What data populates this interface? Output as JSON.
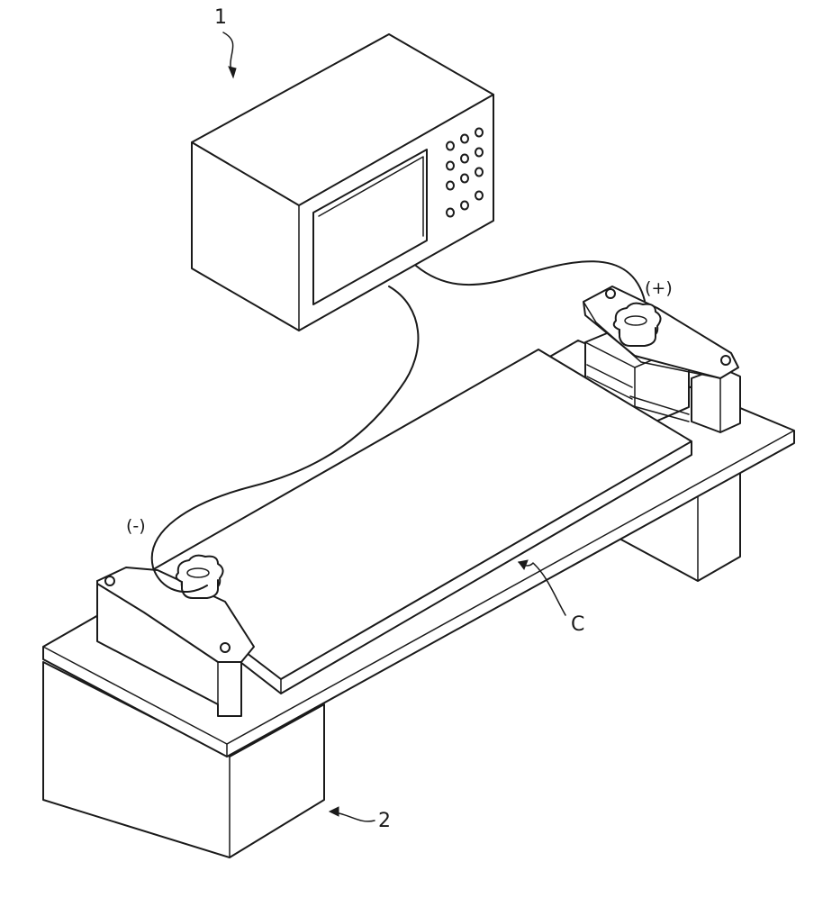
{
  "labels": {
    "controller_ref": "1",
    "base_ref": "2",
    "sample_ref": "C",
    "positive_terminal": "(+)",
    "negative_terminal": "(-)"
  },
  "colors": {
    "line": "#1a1a1a",
    "fill": "#ffffff"
  }
}
